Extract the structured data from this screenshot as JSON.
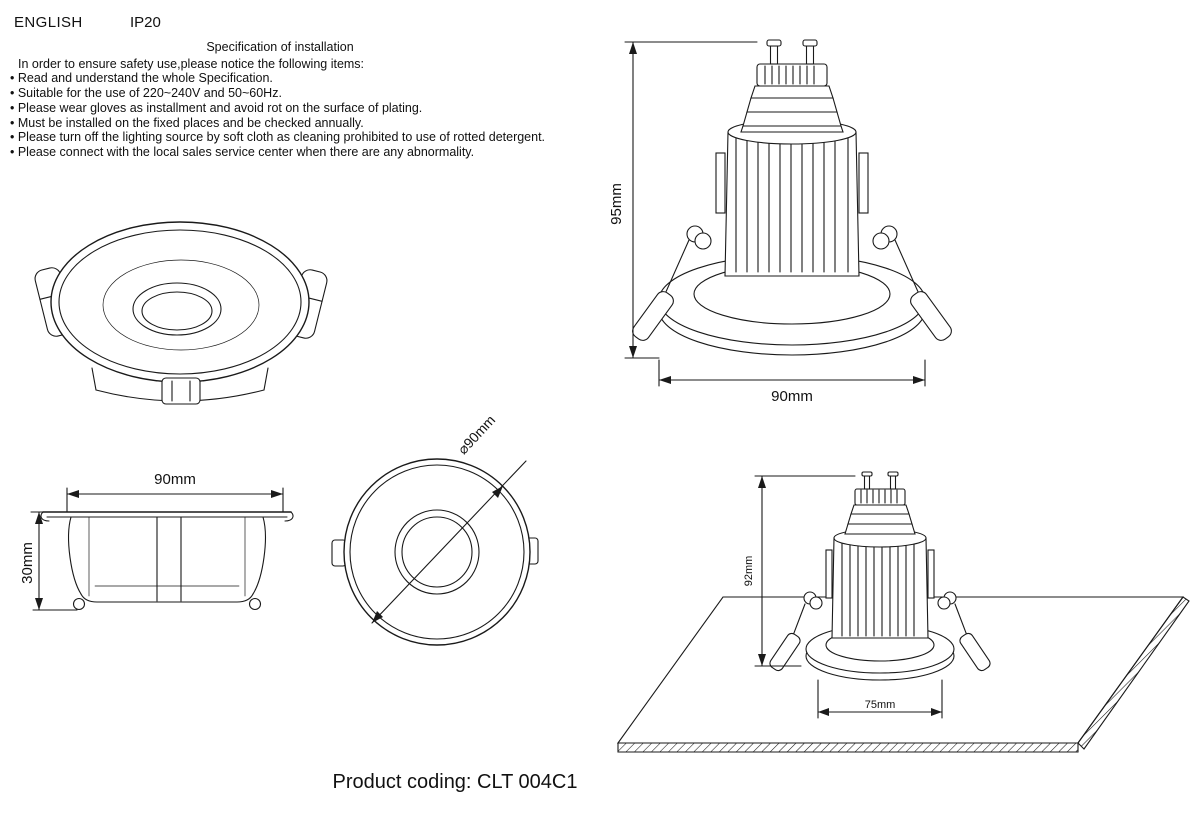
{
  "header": {
    "language": "ENGLISH",
    "ip_rating": "IP20"
  },
  "spec": {
    "title": "Specification of installation",
    "intro": "In order to ensure safety use,please notice the following items:",
    "items": [
      "• Read and understand the whole Specification.",
      "• Suitable for the use of 220~240V and 50~60Hz.",
      "• Please wear gloves as installment and avoid rot on the surface of plating.",
      "• Must be installed on the fixed places and be checked annually.",
      "• Please turn off the lighting source by soft cloth as cleaning prohibited to use of rotted detergent.",
      "• Please connect with the local sales service center when there are any abnormality."
    ]
  },
  "drawings": {
    "front_view": {
      "height_label": "95mm",
      "width_label": "90mm"
    },
    "side_view": {
      "width_label": "90mm",
      "height_label": "30mm"
    },
    "top_view": {
      "diameter_label": "⌀90mm"
    },
    "install_view": {
      "height_label": "92mm",
      "cutout_label": "75mm"
    }
  },
  "footer": {
    "product_coding": "Product coding: CLT 004C1"
  }
}
